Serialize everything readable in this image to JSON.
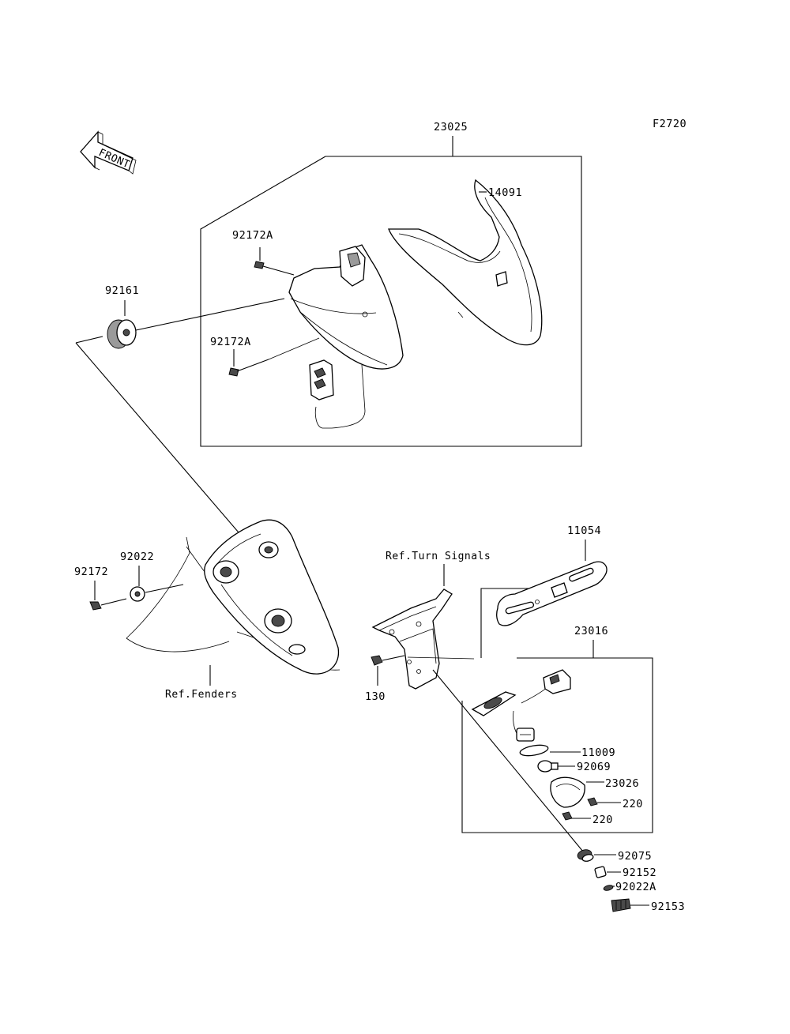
{
  "figure_code": "F2720",
  "front_label": "FRONT",
  "parts": {
    "p23025": "23025",
    "p14091": "14091",
    "p92172A_top": "92172A",
    "p92172A_bottom": "92172A",
    "p92161": "92161",
    "p11054": "11054",
    "p92022": "92022",
    "p92172": "92172",
    "p23016": "23016",
    "p130": "130",
    "p11009": "11009",
    "p92069": "92069",
    "p23026": "23026",
    "p220_a": "220",
    "p220_b": "220",
    "p92075": "92075",
    "p92152": "92152",
    "p92022A": "92022A",
    "p92153": "92153"
  },
  "references": {
    "turn_signals": "Ref.Turn Signals",
    "fenders": "Ref.Fenders"
  }
}
